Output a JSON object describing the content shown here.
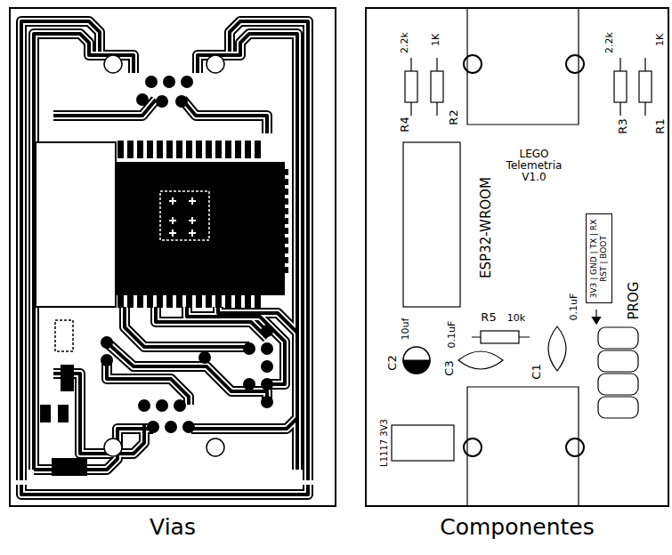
{
  "diagram": {
    "nodes": [
      {
        "text": [
          "Vias"
        ]
      },
      {
        "text": [
          "Componentes"
        ]
      },
      {
        "text": [
          "3V3 | GND | TX | RX",
          "RST | BOOT"
        ],
        "in": 1
      }
    ],
    "labels": [
      "2.2k",
      "1K",
      "R4",
      "R2",
      "2.2k",
      "1K",
      "R3",
      "R1",
      "LEGO Telemetria V1.0",
      "ESP32-WROOM",
      "PROG",
      "10uf",
      "C2",
      "0.1uF",
      "C3",
      "R5",
      "10k",
      "0.1uF",
      "C1",
      "L1117 3V3"
    ]
  }
}
